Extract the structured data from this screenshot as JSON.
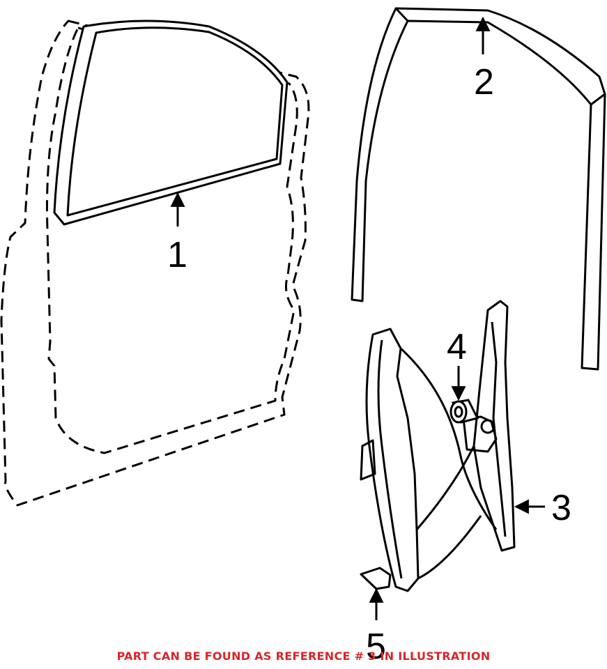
{
  "callouts": {
    "c1": "1",
    "c2": "2",
    "c3": "3",
    "c4": "4",
    "c5": "5"
  },
  "parts": {
    "1": "door-glass",
    "2": "glass-run-channel",
    "3": "window-regulator",
    "4": "window-motor",
    "5": "regulator-bracket"
  },
  "note": {
    "text": "PART CAN BE FOUND AS REFERENCE # 3 IN ILLUSTRATION",
    "color": "#d8262a"
  },
  "colors": {
    "line": "#000000",
    "background": "#ffffff"
  }
}
